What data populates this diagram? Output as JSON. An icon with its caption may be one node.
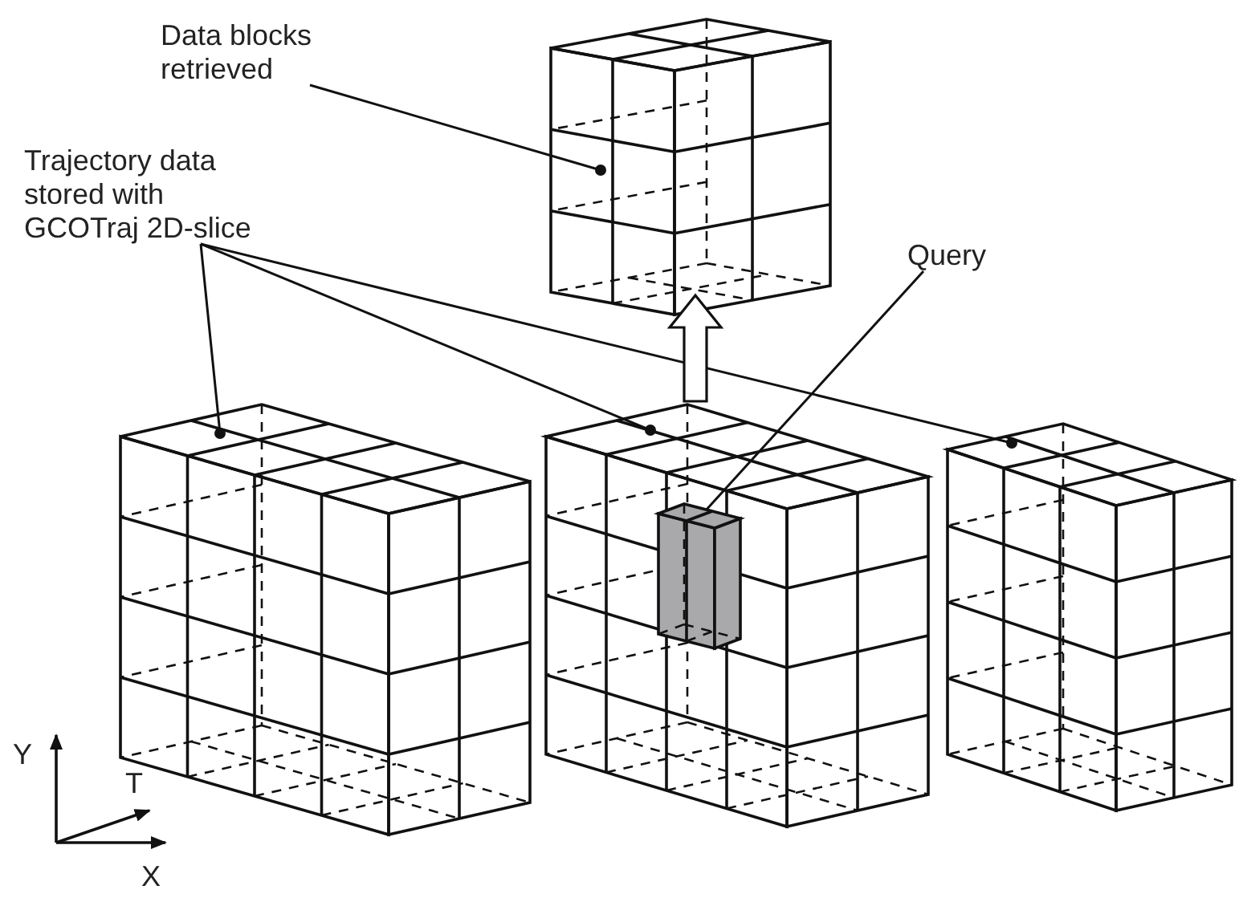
{
  "diagram": {
    "nodes": [
      {
        "text": [
          "Data blocks retrieved"
        ]
      },
      {
        "text": [],
        "shape": "box"
      },
      {
        "text": [
          "Trajectory data stored with GCOTraj 2D-slice"
        ]
      },
      {
        "text": [],
        "shape": "box"
      },
      {
        "text": [],
        "shape": "box"
      },
      {
        "text": [],
        "shape": "box"
      },
      {
        "text": [
          "Query"
        ]
      },
      {
        "text": [],
        "shape": "box",
        "in": 4
      }
    ],
    "edges": [
      {
        "from": 0,
        "to": 1,
        "arrow": "other"
      },
      {
        "from": 2,
        "to": 3,
        "arrow": "other"
      },
      {
        "from": 2,
        "to": 4,
        "arrow": "other"
      },
      {
        "from": 2,
        "to": 5,
        "arrow": "other"
      },
      {
        "from": 6,
        "to": 7,
        "arrow": "other"
      },
      {
        "from": 4,
        "to": 1,
        "arrow": "to"
      }
    ],
    "labels": [
      "Y",
      "T",
      "X"
    ]
  }
}
